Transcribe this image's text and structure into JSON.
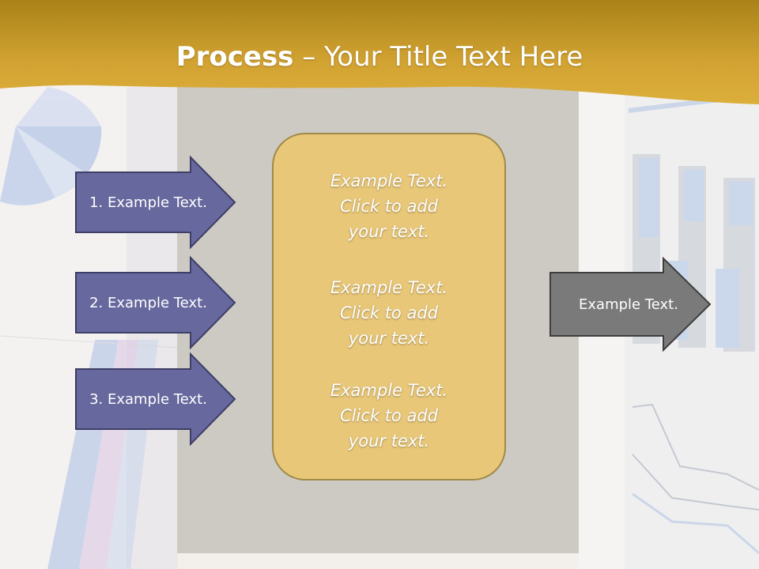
{
  "title": {
    "bold": "Process",
    "rest": " – Your Title Text Here"
  },
  "inputs": [
    {
      "label": "1. Example Text."
    },
    {
      "label": "2. Example Text."
    },
    {
      "label": "3. Example Text."
    }
  ],
  "center": [
    {
      "line1": "Example Text.",
      "line2": "Click  to add",
      "line3": "your text."
    },
    {
      "line1": "Example Text.",
      "line2": "Click  to add",
      "line3": "your text."
    },
    {
      "line1": "Example Text.",
      "line2": "Click  to add",
      "line3": "your text."
    }
  ],
  "output": {
    "label": "Example Text."
  },
  "colors": {
    "header": "#c99a2a",
    "input_arrow": "#67689e",
    "output_arrow": "#7a7a7a",
    "center_box": "#e8c778"
  }
}
